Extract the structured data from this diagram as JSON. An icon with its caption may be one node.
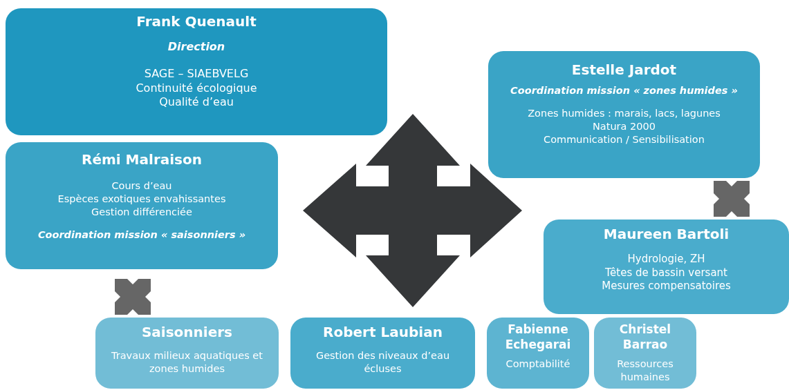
{
  "diagram": {
    "nodes": [
      {
        "text": [
          "Frank Quenault",
          "Direction",
          "SAGE – SIAEBVELG",
          "Continuité écologique",
          "Qualité d’eau"
        ]
      },
      {
        "text": [
          "Rémi Malraison",
          "Cours d’eau",
          "Espèces exotiques envahissantes",
          "Gestion différenciée",
          "Coordination mission « saisonniers »"
        ]
      },
      {
        "text": [
          "Estelle Jardot",
          "Coordination mission « zones humides »",
          "Zones humides : marais, lacs, lagunes",
          "Natura 2000",
          "Communication / Sensibilisation"
        ]
      },
      {
        "text": [
          "Maureen Bartoli",
          "Hydrologie, ZH",
          "Têtes de bassin versant",
          "Mesures compensatoires"
        ]
      },
      {
        "text": [
          "Saisonniers",
          "Travaux milieux aquatiques et zones humides"
        ]
      },
      {
        "text": [
          "Robert Laubian",
          "Gestion des niveaux d’eau écluses"
        ]
      },
      {
        "text": [
          "Fabienne Echegarai",
          "Comptabilité"
        ]
      },
      {
        "text": [
          "Christel Barrao",
          "Ressources humaines"
        ]
      }
    ]
  }
}
